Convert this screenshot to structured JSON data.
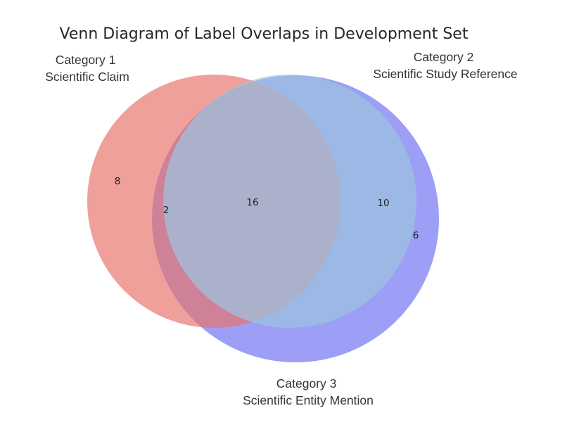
{
  "title": "Venn Diagram of Label Overlaps in Development Set",
  "sets": [
    {
      "id": "c1",
      "name": "Category 1",
      "subtitle": "Scientific Claim",
      "color": "#e7736b"
    },
    {
      "id": "c2",
      "name": "Category 2",
      "subtitle": "Scientific Study Reference",
      "color": "#8fb6dc"
    },
    {
      "id": "c3",
      "name": "Category 3",
      "subtitle": "Scientific Entity Mention",
      "color": "#7b7ff2"
    }
  ],
  "regions": [
    {
      "sets": [
        "c1"
      ],
      "count": "8"
    },
    {
      "sets": [
        "c1",
        "c3"
      ],
      "count": "2"
    },
    {
      "sets": [
        "c1",
        "c2",
        "c3"
      ],
      "count": "16"
    },
    {
      "sets": [
        "c2",
        "c3"
      ],
      "count": "10"
    },
    {
      "sets": [
        "c3"
      ],
      "count": "6"
    }
  ]
}
